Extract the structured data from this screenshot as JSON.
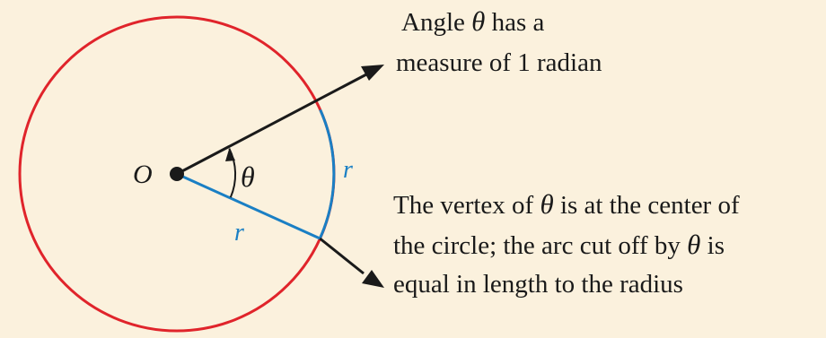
{
  "labels": {
    "center": "O",
    "angle": "θ",
    "radius_label": "r",
    "arc_label": "r"
  },
  "annotations": {
    "top": {
      "line1_pre": "Angle ",
      "line1_theta": "θ",
      "line1_post": " has a",
      "line2": "measure of 1 radian"
    },
    "bottom": {
      "line1_pre": "The vertex of ",
      "line1_theta": "θ",
      "line1_post": " is at the center of",
      "line2_pre": "the circle; the arc cut off by ",
      "line2_theta": "θ",
      "line2_post": " is",
      "line3": "equal in length to the radius"
    }
  },
  "colors": {
    "background": "#fbf1dd",
    "circle": "#e0242b",
    "arc_and_radius": "#1a7fc4",
    "ink": "#1a1a1a"
  }
}
